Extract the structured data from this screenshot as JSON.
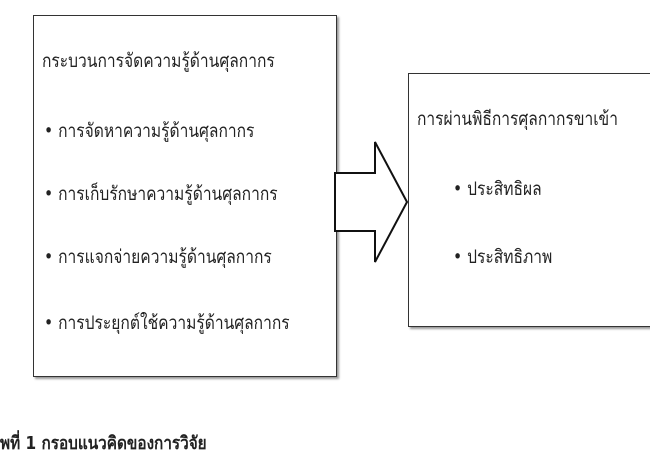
{
  "left_box": {
    "title": "กระบวนการจัดความรู้ด้านศุลกากร",
    "items": [
      "การจัดหาความรู้ด้านศุลกากร",
      "การเก็บรักษาความรู้ด้านศุลกากร",
      "การแจกจ่ายความรู้ด้านศุลกากร",
      "การประยุกต์ใช้ความรู้ด้านศุลกากร"
    ]
  },
  "right_box": {
    "title": "การผ่านพิธีการศุลกากรขาเข้า",
    "items": [
      "ประสิทธิผล",
      "ประสิทธิภาพ"
    ]
  },
  "caption": "พที่ 1 กรอบแนวคิดของการวิจัย"
}
